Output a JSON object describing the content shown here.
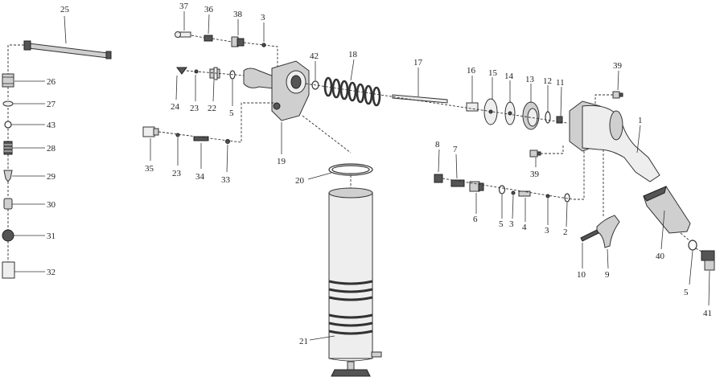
{
  "labels": {
    "p1": "1",
    "p2": "2",
    "p3a": "3",
    "p3b": "3",
    "p3c": "3",
    "p4": "4",
    "p5a": "5",
    "p5b": "5",
    "p5c": "5",
    "p6": "6",
    "p7": "7",
    "p8": "8",
    "p9": "9",
    "p10": "10",
    "p11": "11",
    "p12": "12",
    "p13": "13",
    "p14": "14",
    "p15": "15",
    "p16": "16",
    "p17": "17",
    "p18": "18",
    "p19": "19",
    "p20": "20",
    "p21": "21",
    "p22": "22",
    "p23a": "23",
    "p23b": "23",
    "p24": "24",
    "p25": "25",
    "p26": "26",
    "p27": "27",
    "p28": "28",
    "p29": "29",
    "p30": "30",
    "p31": "31",
    "p32": "32",
    "p33": "33",
    "p34": "34",
    "p35": "35",
    "p36": "36",
    "p37": "37",
    "p38": "38",
    "p39a": "39",
    "p39b": "39",
    "p40": "40",
    "p41": "41",
    "p42": "42",
    "p43": "43"
  }
}
